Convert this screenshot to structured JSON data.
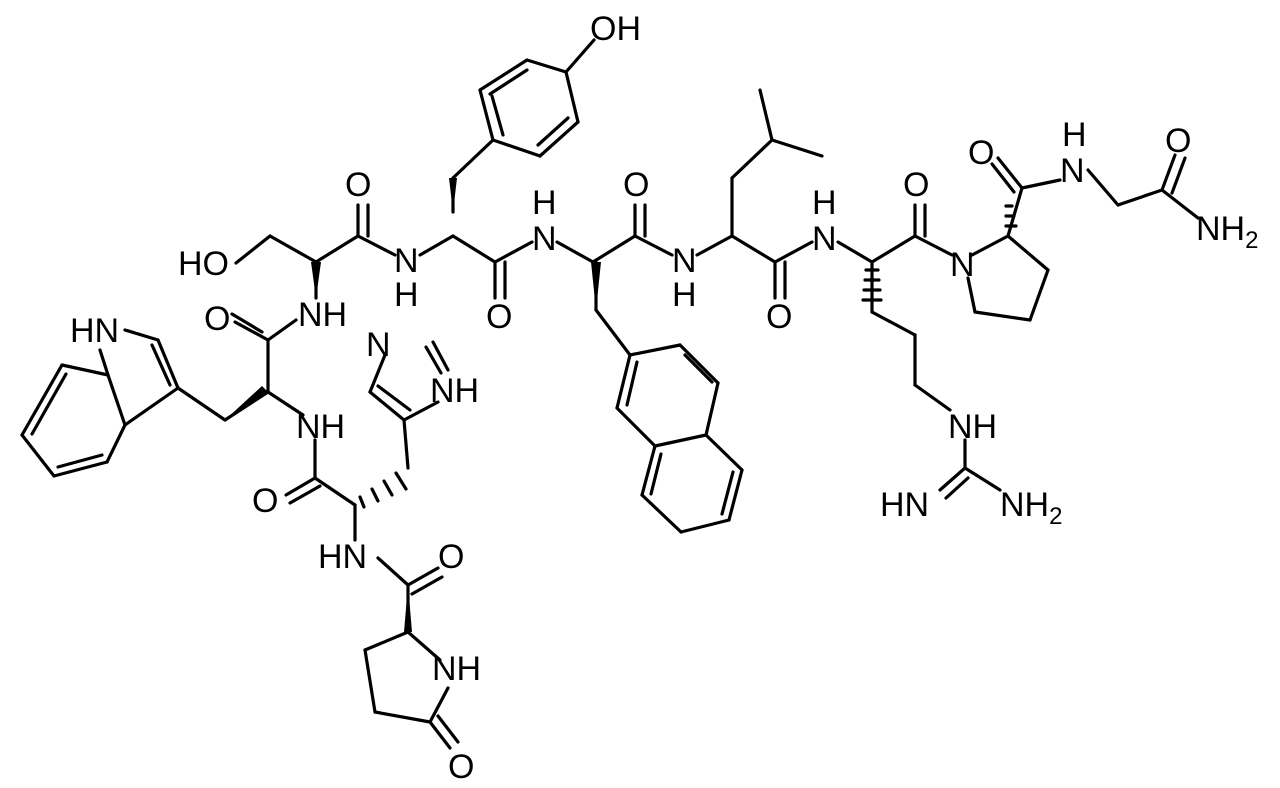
{
  "atom_labels": {
    "oh_phenol": "OH",
    "oh_serine": "HO",
    "n_indole": "HN",
    "nh_trp": "NH",
    "nh_his": "HN",
    "n_imid": "N",
    "nh_imid": "NH",
    "nh_ser": "NH",
    "nh_pyro": "NH",
    "n_tyr": "N",
    "h_tyr": "H",
    "n_nal": "N",
    "h_nal": "H",
    "n_leu": "N",
    "h_leu": "H",
    "n_arg": "N",
    "h_arg": "H",
    "n_pro": "N",
    "n_gly": "N",
    "h_gly": "H",
    "nh_guan": "NH",
    "hn_guan": "HN",
    "nh2_guan": "NH",
    "nh2_guan_sub": "2",
    "nh2_amide": "NH",
    "nh2_amide_sub": "2",
    "o_ser_co": "O",
    "o_trp_co": "O",
    "o_his_co": "O",
    "o_pyro_co": "O",
    "o_lactam": "O",
    "o_tyr_co": "O",
    "o_nal_co": "O",
    "o_leu_co": "O",
    "o_arg_co": "O",
    "o_pro_co": "O",
    "o_gly_co": "O"
  }
}
